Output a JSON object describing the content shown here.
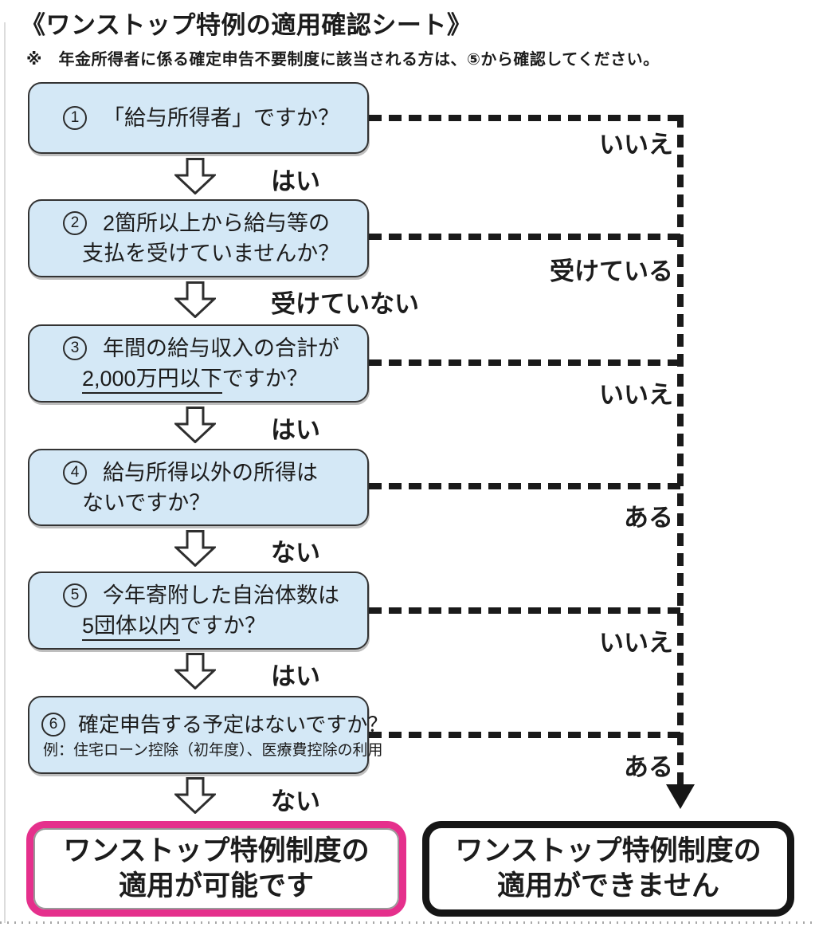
{
  "title": "《ワンストップ特例の適用確認シート》",
  "note": "※　年金所得者に係る確定申告不要制度に該当される方は、⑤から確認してください。",
  "boxes": [
    {
      "num": "1",
      "line1": "「給与所得者」ですか？"
    },
    {
      "num": "2",
      "line1": "2箇所以上から給与等の",
      "line2": "支払を受けていませんか？"
    },
    {
      "num": "3",
      "line1": "年間の給与収入の合計が",
      "line2_underlined": "2,000万円以下",
      "line2_rest": "ですか？"
    },
    {
      "num": "4",
      "line1": "給与所得以外の所得は",
      "line2": "ないですか？"
    },
    {
      "num": "5",
      "line1": "今年寄附した自治体数は",
      "line2_underlined": "5団体以内",
      "line2_rest": "ですか？"
    },
    {
      "num": "6",
      "line1": "確定申告する予定はないですか？",
      "sub": "例：住宅ローン控除（初年度）、医療費控除の利用"
    }
  ],
  "flow": {
    "down_labels": [
      "はい",
      "受けていない",
      "はい",
      "ない",
      "はい",
      "ない"
    ],
    "branch_labels": [
      "いいえ",
      "受けている",
      "いいえ",
      "ある",
      "いいえ",
      "ある"
    ]
  },
  "results": {
    "eligible": {
      "line1": "ワンストップ特例制度の",
      "line2": "適用が可能です"
    },
    "ineligible": {
      "line1": "ワンストップ特例制度の",
      "line2": "適用ができません"
    }
  },
  "colors": {
    "question_box_fill": "#d4e8f6",
    "question_box_border": "#333333",
    "eligible_border": "#e5308c",
    "ineligible_border": "#161616",
    "connector": "#1a1a1a"
  }
}
